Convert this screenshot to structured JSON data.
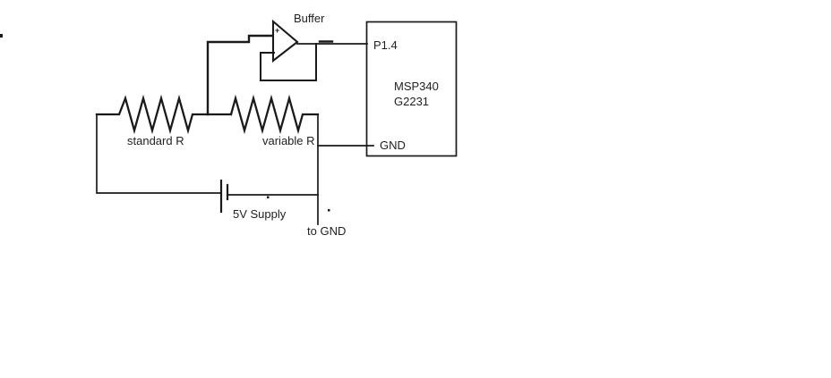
{
  "colors": {
    "ink": "#1a1a1a",
    "background": "#ffffff"
  },
  "diagram": {
    "opamp": {
      "label": "Buffer",
      "noninverting_mark": "+"
    },
    "mcu": {
      "name_line1": "MSP340",
      "name_line2": "G2231",
      "pin_top": "P1.4",
      "pin_bottom": "GND"
    },
    "resistor_left": {
      "label": "standard R"
    },
    "resistor_right": {
      "label": "variable R"
    },
    "battery": {
      "label": "5V Supply"
    },
    "ground": {
      "label": "to GND"
    }
  }
}
